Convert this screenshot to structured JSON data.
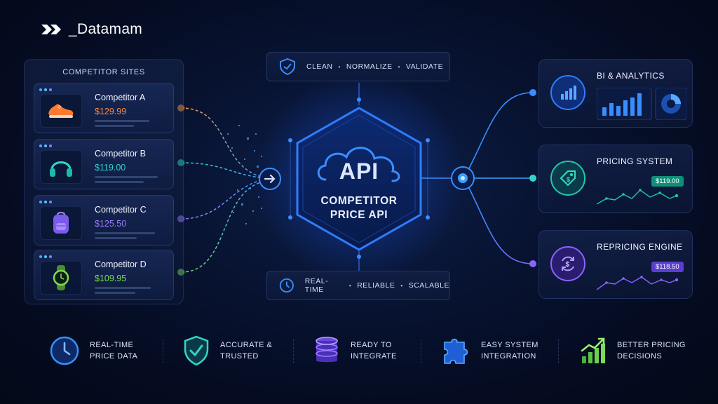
{
  "brand": {
    "name": "_Datamam"
  },
  "sources": {
    "title": "COMPETITOR SITES",
    "items": [
      {
        "name": "Competitor A",
        "price": "$129.99",
        "icon": "sneaker-icon",
        "color": "#ff8a3d"
      },
      {
        "name": "Competitor B",
        "price": "$119.00",
        "icon": "headphones-icon",
        "color": "#2fd6c9"
      },
      {
        "name": "Competitor C",
        "price": "$125.50",
        "icon": "backpack-icon",
        "color": "#9b7bff"
      },
      {
        "name": "Competitor D",
        "price": "$109.95",
        "icon": "watch-icon",
        "color": "#7dda58"
      }
    ]
  },
  "processing": {
    "top": [
      "CLEAN",
      "NORMALIZE",
      "VALIDATE"
    ],
    "bottom": [
      "REAL-TIME",
      "RELIABLE",
      "SCALABLE"
    ],
    "separator": "•"
  },
  "hub": {
    "api_label": "API",
    "line1": "COMPETITOR",
    "line2": "PRICE API"
  },
  "outputs": [
    {
      "title": "BI & ANALYTICS",
      "icon": "analytics-icon"
    },
    {
      "title": "PRICING SYSTEM",
      "icon": "price-tag-icon",
      "price": "$119.00",
      "accent": "#1fc9a8"
    },
    {
      "title": "REPRICING ENGINE",
      "icon": "repricing-icon",
      "price": "$118.50",
      "accent": "#8a63ff"
    }
  ],
  "features": [
    {
      "line1": "REAL-TIME",
      "line2": "PRICE DATA",
      "icon": "clock-icon"
    },
    {
      "line1": "ACCURATE &",
      "line2": "TRUSTED",
      "icon": "shield-check-icon"
    },
    {
      "line1": "READY TO",
      "line2": "INTEGRATE",
      "icon": "database-icon"
    },
    {
      "line1": "EASY SYSTEM",
      "line2": "INTEGRATION",
      "icon": "puzzle-icon"
    },
    {
      "line1": "BETTER PRICING",
      "line2": "DECISIONS",
      "icon": "growth-chart-icon"
    }
  ]
}
